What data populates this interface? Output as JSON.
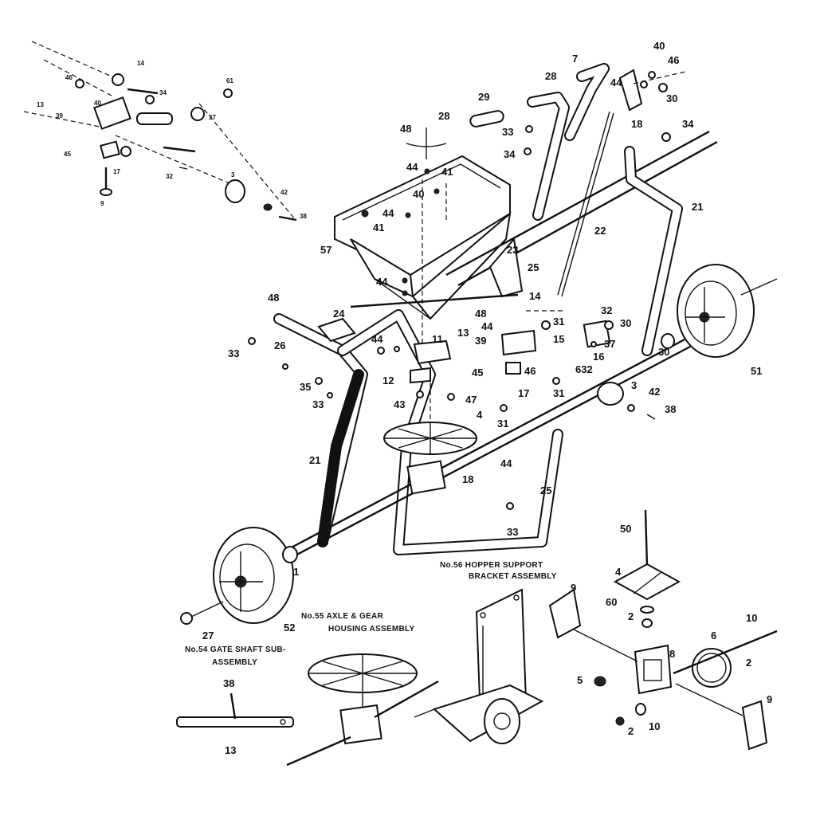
{
  "callouts": {
    "c1": "1",
    "c2": "2",
    "c3": "3",
    "c4": "4",
    "c5": "5",
    "c6": "6",
    "c7": "7",
    "c8": "8",
    "c9": "9",
    "c10": "10",
    "c11": "11",
    "c12": "12",
    "c13": "13",
    "c14": "14",
    "c15": "15",
    "c16": "16",
    "c17": "17",
    "c18": "18",
    "c21": "21",
    "c22": "22",
    "c23": "23",
    "c24": "24",
    "c25": "25",
    "c26": "26",
    "c27": "27",
    "c28": "28",
    "c29": "29",
    "c30": "30",
    "c31": "31",
    "c32": "32",
    "c33": "33",
    "c34": "34",
    "c35": "35",
    "c37": "37",
    "c38": "38",
    "c39": "39",
    "c40": "40",
    "c41": "41",
    "c42": "42",
    "c43": "43",
    "c44": "44",
    "c45": "45",
    "c46": "46",
    "c47": "47",
    "c48": "48",
    "c50": "50",
    "c51": "51",
    "c52": "52",
    "c57": "57",
    "c60": "60",
    "c61": "61",
    "c632": "632"
  },
  "captions": {
    "hopper_support_line1": "No.56 HOPPER SUPPORT",
    "hopper_support_line2": "BRACKET ASSEMBLY",
    "axle_gear_line1": "No.55 AXLE & GEAR",
    "axle_gear_line2": "HOUSING ASSEMBLY",
    "gate_shaft_line1": "No.54 GATE SHAFT SUB-",
    "gate_shaft_line2": "ASSEMBLY"
  }
}
